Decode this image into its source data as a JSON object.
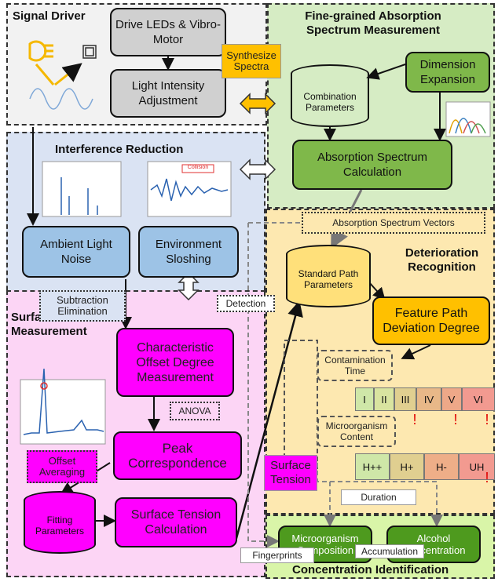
{
  "panels": {
    "signal_driver": "Signal Driver",
    "fine_grained": "Fine-grained Absorption Spectrum Measurement",
    "interference": "Interference Reduction",
    "deterioration": "Deterioration Recognition",
    "surface_tension": "Surface Tension Measurement",
    "concentration": "Concentration Identification"
  },
  "boxes": {
    "drive_leds": "Drive LEDs & Vibro-Motor",
    "light_intensity": "Light Intensity Adjustment",
    "dimension_expansion": "Dimension Expansion",
    "absorption_calc": "Absorption Spectrum Calculation",
    "ambient_noise": "Ambient Light Noise",
    "environment_sloshing": "Environment Sloshing",
    "feature_path": "Feature Path Deviation Degree",
    "characteristic_offset": "Characteristic Offset Degree Measurement",
    "peak_correspondence": "Peak Correspondence",
    "surface_tension_calc": "Surface Tension Calculation",
    "microorganism_composition": "Microorganism Composition",
    "alcohol_concentration": "Alcohol Concentration"
  },
  "cylinders": {
    "combination_parameters": "Combination Parameters",
    "standard_path_parameters": "Standard Path Parameters",
    "fitting_parameters": "Fitting Parameters"
  },
  "tags": {
    "synthesize_spectra": "Synthesize Spectra",
    "absorption_vectors": "Absorption Spectrum Vectors",
    "subtraction": "Subtraction",
    "elimination": "Elimination",
    "detection": "Detection",
    "anova": "ANOVA",
    "offset_averaging": "Offset Averaging",
    "contamination_time": "Contamination Time",
    "microorganism_content": "Microorganism Content",
    "surface_tension": "Surface Tension",
    "duration": "Duration",
    "accumulation": "Accumulation",
    "fingerprints": "Fingerprints",
    "collision": "Collision"
  },
  "levels_time": [
    "I",
    "II",
    "III",
    "IV",
    "V",
    "VI"
  ],
  "levels_tension": [
    "H++",
    "H+",
    "H-",
    "UH"
  ],
  "warning_symbol": "!",
  "colors": {
    "signal_bg": "#f2f2f2",
    "fine_bg": "#d6ecc4",
    "interference_bg": "#dae3f3",
    "deterioration_bg": "#fde8b0",
    "surface_bg": "#fcd5f5",
    "concentration_bg": "#d9f5a8",
    "magenta": "#ff00ff",
    "orange": "#ffc000",
    "warning_red": "#e00000"
  }
}
